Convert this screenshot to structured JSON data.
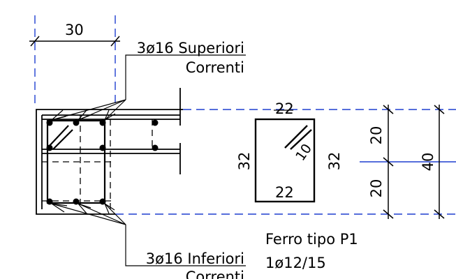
{
  "dimensions": {
    "section_width": "30",
    "stirrup_top": "22",
    "stirrup_bottom": "22",
    "stirrup_left": "32",
    "stirrup_right": "32",
    "hook": "10",
    "height_upper": "20",
    "height_lower": "20",
    "height_total": "40"
  },
  "callouts": {
    "top_bars": "3ø16 Superiori",
    "top_bars_sub": "Correnti",
    "bottom_bars": "3ø16 Inferiori",
    "bottom_bars_sub": "Correnti"
  },
  "rebar_note": {
    "title": "Ferro tipo P1",
    "spec": "1ø12/15"
  },
  "colors": {
    "line": "#000000",
    "dimension_blue": "#1f3fcf",
    "background": "#ffffff"
  }
}
